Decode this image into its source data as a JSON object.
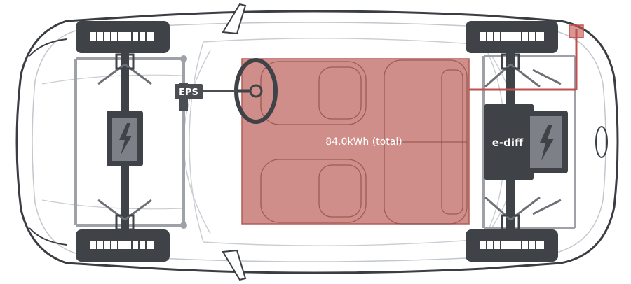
{
  "labels": {
    "eps": "EPS",
    "battery_capacity": "84.0kWh (total)",
    "ediff": "e-diff"
  },
  "icons": {
    "front_motor": "lightning-bolt-icon",
    "rear_motor": "lightning-bolt-icon"
  },
  "colors": {
    "body_outline": "#3a3d42",
    "body_fill": "#ffffff",
    "detail_line": "#b9bdc4",
    "battery_fill": "#c77a74",
    "battery_stroke": "#b35c57",
    "battery_text": "#ffffff",
    "drivetrain": "#3f4247",
    "motor_panel": "#7d8187",
    "eps_box": "#4a4d52",
    "frame": "#9ea2a8",
    "wiring": "#c0504d"
  }
}
